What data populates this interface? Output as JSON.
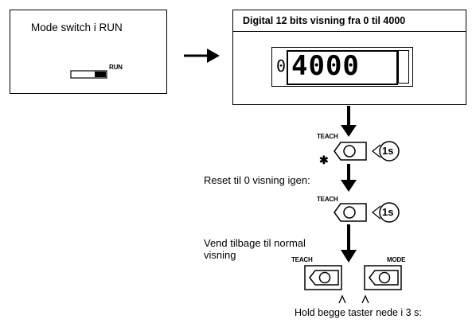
{
  "mode_panel": {
    "title": "Mode switch i RUN",
    "switch_label": "RUN"
  },
  "display_panel": {
    "title": "Digital 12 bits visning fra 0 til 4000",
    "lcd_prefix": "0",
    "lcd_value": "4000"
  },
  "steps": {
    "teach_label_1": "TEACH",
    "duration_1": "1s",
    "asterisk": "✱",
    "reset_text": "Reset til 0 visning igen:",
    "teach_label_2": "TEACH",
    "duration_2": "1s",
    "return_text_line1": "Vend tilbage til normal",
    "return_text_line2": "visning",
    "teach_label_3": "TEACH",
    "mode_label": "MODE",
    "hold_text": "Hold begge taster nede i 3 s:"
  },
  "icons": {
    "flow_arrow": "arrow-right-icon",
    "down_arrow": "arrow-down-icon",
    "button": "hexagon-button-icon",
    "press_indicator": "press-caret-icon"
  }
}
